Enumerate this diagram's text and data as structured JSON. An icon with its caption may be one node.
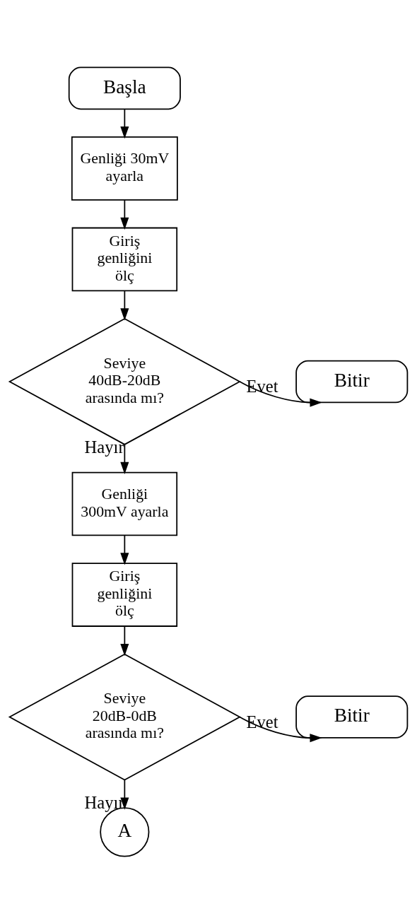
{
  "diagram": {
    "nodes": [
      {
        "text": [
          "Başla"
        ]
      },
      {
        "text": [
          "Genliği 30mV ayarla"
        ]
      },
      {
        "text": [
          "Giriş genliğini ölç"
        ]
      },
      {
        "text": [
          "Seviye 40dB-20dB arasında mı?"
        ]
      },
      {
        "text": [
          "Bitir"
        ]
      },
      {
        "text": [
          "Genliği 300mV ayarla"
        ]
      },
      {
        "text": [
          "Giriş genliğini ölç"
        ]
      },
      {
        "text": [
          "Seviye 20dB-0dB arasında mı?"
        ]
      },
      {
        "text": [
          "Bitir"
        ]
      },
      {
        "text": [
          "A"
        ]
      }
    ],
    "edges": [
      {
        "from": 0,
        "to": 1,
        "arrow": "to"
      },
      {
        "from": 1,
        "to": 2,
        "arrow": "to"
      },
      {
        "from": 2,
        "to": 3,
        "arrow": "to"
      },
      {
        "from": 3,
        "to": 4,
        "arrow": "to",
        "label": "Evet"
      },
      {
        "from": 3,
        "to": 5,
        "arrow": "to",
        "label": "Hayır"
      },
      {
        "from": 5,
        "to": 6,
        "arrow": "to"
      },
      {
        "from": 6,
        "to": 7,
        "arrow": "to"
      },
      {
        "from": 7,
        "to": 8,
        "arrow": "to",
        "label": "Evet"
      },
      {
        "from": 7,
        "to": 9,
        "arrow": "to",
        "label": "Hayır"
      }
    ]
  }
}
